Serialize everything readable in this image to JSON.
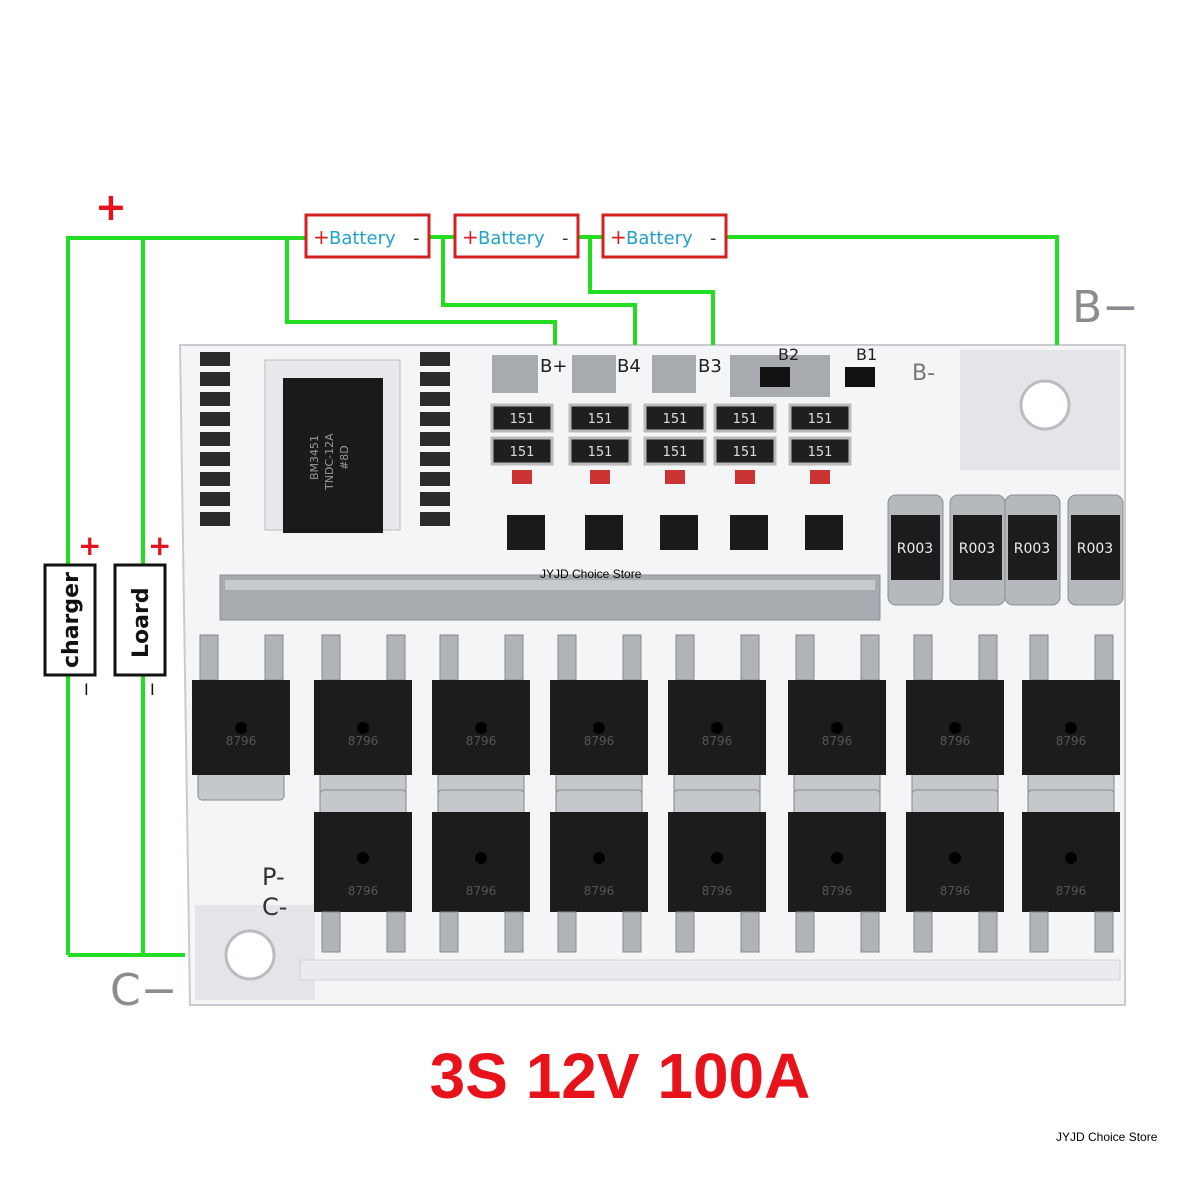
{
  "wiring": {
    "plus_top": "+",
    "batteries": [
      {
        "plus": "+",
        "label": "Battery",
        "minus": "-"
      },
      {
        "plus": "+",
        "label": "Battery",
        "minus": "-"
      },
      {
        "plus": "+",
        "label": "Battery",
        "minus": "-"
      }
    ],
    "b_minus_label": "B−",
    "c_minus_label": "C−",
    "charger": {
      "label": "charger",
      "plus": "+",
      "minus": "I"
    },
    "load": {
      "label": "Loard",
      "plus": "+",
      "minus": "I"
    },
    "wire_color": "#22dd22",
    "box_color": "#d42020"
  },
  "board": {
    "pads": [
      "B+",
      "B4",
      "B3",
      "B2",
      "B1",
      "B-"
    ],
    "output_pads": [
      "P-",
      "C-"
    ],
    "chip_text": [
      "BM3451",
      "TNDC-12A",
      "#8D"
    ],
    "resistor_code": "151",
    "shunt_code": "R003",
    "mosfet_code": "8796"
  },
  "spec_title": "3S 12V 100A",
  "spec_color": "#e8121b",
  "store_watermark": "JYJD Choice Store"
}
